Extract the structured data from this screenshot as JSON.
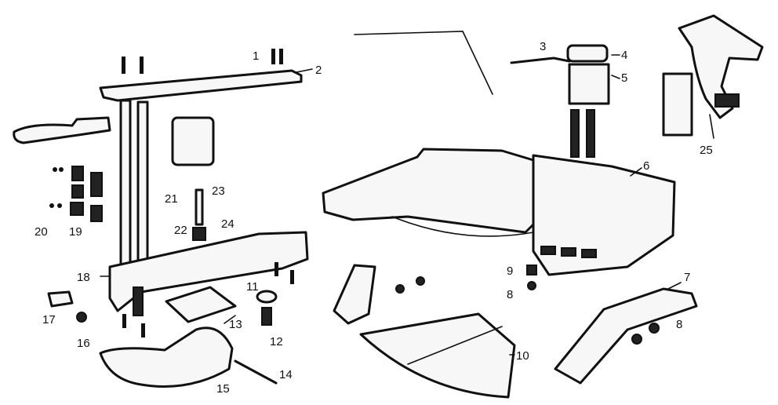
{
  "labels": {
    "l1": "1",
    "l2": "2",
    "l3": "3",
    "l4": "4",
    "l5": "5",
    "l6": "6",
    "l7": "7",
    "l8a": "8",
    "l8b": "8",
    "l9": "9",
    "l10": "10",
    "l11": "11",
    "l12": "12",
    "l13": "13",
    "l14": "14",
    "l15": "15",
    "l16": "16",
    "l17": "17",
    "l18": "18",
    "l19": "19",
    "l20": "20",
    "l21": "21",
    "l22": "22",
    "l23": "23",
    "l24": "24",
    "l25": "25"
  }
}
